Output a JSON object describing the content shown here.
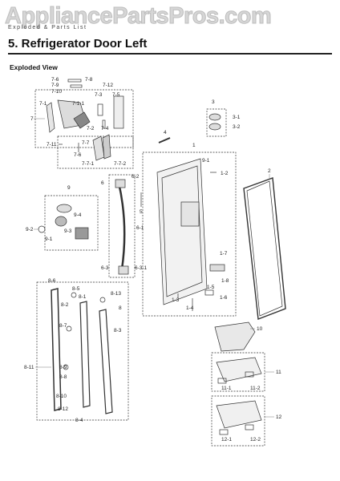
{
  "watermark": "AppliancePartsPros.com",
  "header_small": "Exploded & Parts List",
  "title": "5.  Refrigerator Door Left",
  "subtitle": "Exploded View",
  "callouts": {
    "c7_6": "7-6",
    "c7_8": "7-8",
    "c7_9": "7-9",
    "c7_10": "7-10",
    "c7_12": "7-12",
    "c7_3": "7-3",
    "c7_5": "7-5",
    "c7_1": "7-1",
    "c7_1_1": "7-1-1",
    "c7": "7",
    "c7_2": "7-2",
    "c7_4": "7-4",
    "c7_11": "7-11",
    "c7_7": "7-7",
    "c7_6b": "7-6",
    "c7_7_1": "7-7-1",
    "c7_7_2": "7-7-2",
    "c3": "3",
    "c3_1": "3-1",
    "c3_2": "3-2",
    "c4": "4",
    "c1": "1",
    "c9_1a": "9-1",
    "c1_2": "1-2",
    "c2": "2",
    "c6": "6",
    "c6_2": "6-2",
    "c5": "5",
    "c6_1": "6-1",
    "c6_3": "6-3",
    "c6_3_1": "6-3-1",
    "c9": "9",
    "c9_4": "9-4",
    "c9_2": "9-2",
    "c9_3": "9-3",
    "c9_1": "9-1",
    "c1_7": "1-7",
    "c1_8": "1-8",
    "c1_5": "1-5",
    "c1_3": "1-3",
    "c1_4": "1-4",
    "c1_6": "1-6",
    "c8_6": "8-6",
    "c8_5": "8-5",
    "c8_1": "8-1",
    "c8_13": "8-13",
    "c8_2": "8-2",
    "c8": "8",
    "c8_7": "8-7",
    "c8_3": "8-3",
    "c8_9": "8-9",
    "c8_11": "8-11",
    "c8_8": "8-8",
    "c8_10": "8-10",
    "c8_12": "8-12",
    "c8_4": "8-4",
    "c10": "10",
    "c11": "11",
    "c11_1": "11-1",
    "c11_2": "11-2",
    "c12": "12",
    "c12_1": "12-1",
    "c12_2": "12-2"
  }
}
